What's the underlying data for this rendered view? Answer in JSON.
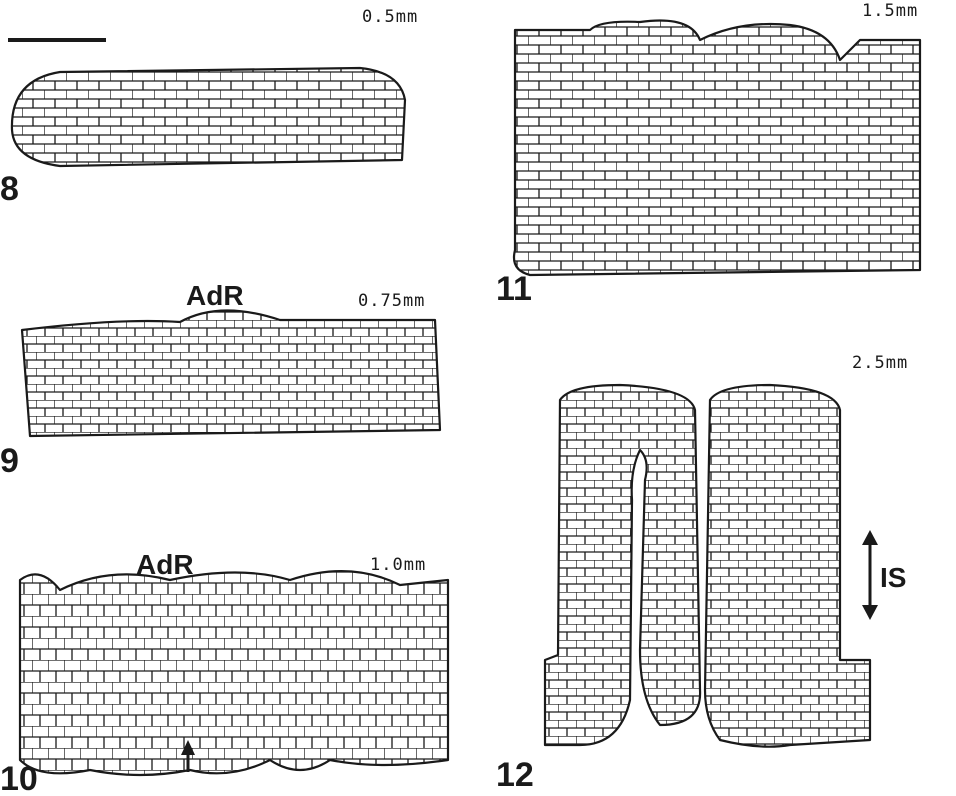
{
  "panels": [
    {
      "number": "8",
      "size": "0.5mm"
    },
    {
      "number": "9",
      "size": "0.75mm",
      "label": "AdR"
    },
    {
      "number": "10",
      "size": "1.0mm",
      "label": "AdR"
    },
    {
      "number": "11",
      "size": "1.5mm"
    },
    {
      "number": "12",
      "size": "2.5mm",
      "label": "IS"
    }
  ]
}
